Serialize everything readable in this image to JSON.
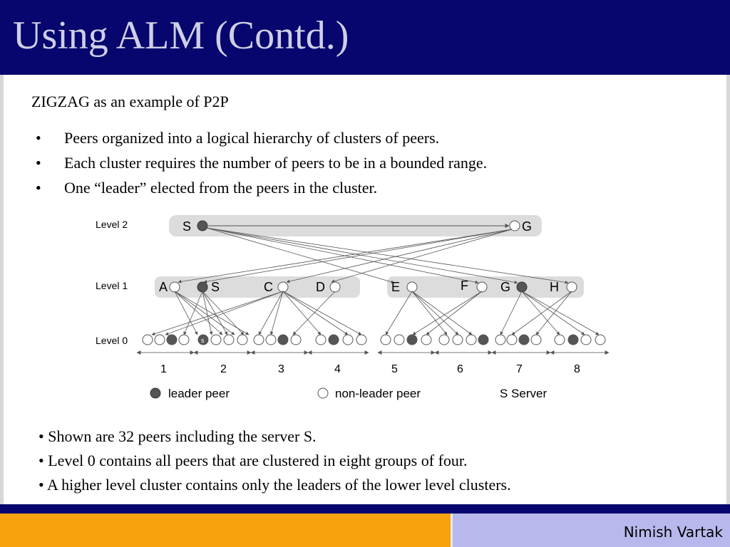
{
  "slide": {
    "title": "Using ALM (Contd.)",
    "subtitle": "ZIGZAG as an example of P2P",
    "bullets": [
      "Peers organized into a logical hierarchy of clusters of peers.",
      "Each cluster requires the number of peers to be in a bounded range.",
      "One “leader” elected from the peers in the cluster."
    ],
    "bullet_symbol": "•",
    "notes": [
      "• Shown are 32 peers including the server S.",
      "• Level 0 contains all peers that are clustered in eight groups of four.",
      "• A higher level cluster contains only the leaders of the lower level clusters."
    ],
    "footer": "Nimish Vartak"
  },
  "diagram": {
    "levels": [
      "Level 2",
      "Level 1",
      "Level 0"
    ],
    "level2_nodes": [
      "S",
      "G"
    ],
    "level1_left": [
      "A",
      "S",
      "C",
      "D"
    ],
    "level1_right": [
      "E",
      "F",
      "G",
      "H"
    ],
    "server_node_label": "s",
    "group_numbers": [
      "1",
      "2",
      "3",
      "4",
      "5",
      "6",
      "7",
      "8"
    ],
    "legend": {
      "leader": "leader peer",
      "non_leader": "non-leader peer",
      "server": "S Server"
    },
    "colors": {
      "leader": "#555555",
      "non_leader": "#ffffff",
      "band": "#dcdcdc",
      "line": "#555555"
    }
  }
}
